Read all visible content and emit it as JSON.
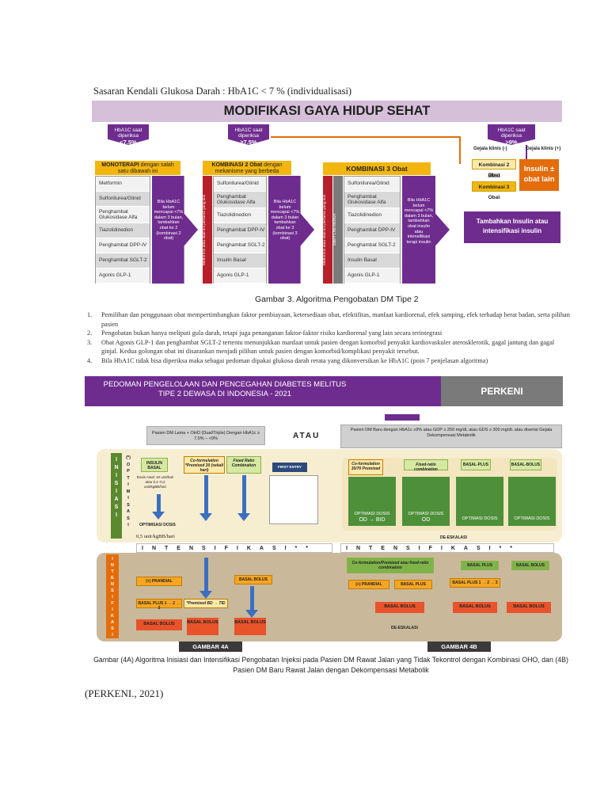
{
  "figure3": {
    "sasaran": "Sasaran Kendali Glukosa Darah : HbA1C < 7 % (individualisasi)",
    "title": "MODIFIKASI GAYA HIDUP SEHAT",
    "chevron1": {
      "line1": "HbA1C saat diperiksa",
      "line2": "<7.5%"
    },
    "chevron2": {
      "line1": "HbA1C saat diperiksa",
      "line2": "≥7.5%"
    },
    "chevron3": {
      "line1": "HbA1C saat diperiksa",
      "line2": ">9%"
    },
    "gejala_neg": "Gejala klinis (-)",
    "gejala_pos": "Gejala klinis (+)",
    "kombinasi2_obat": "Kombinasi 2 Obat",
    "atau": "atau",
    "kombinasi3_obat": "Kombinasi 3 Obat",
    "insulin_obat_lain": "Insulin ± obat lain",
    "tambahkan_insulin": "Tambahkan Insulin atau intensifikasi insulin",
    "monoterapi": {
      "head_bold": "MONOTERAPI",
      "head_rest": " dengan salah satu dibawah ini",
      "drugs": [
        "Metformin",
        "Sulfonilurea/Glinid",
        "Penghambat Glukosidase Alfa",
        "Tiazolidinedion",
        "Penghambat DPP-IV",
        "Penghambat SGLT-2",
        "Agonis GLP-1"
      ],
      "arrow_text": "Bila HbA1C belum mencapai <7% dalam 3 bulan, tambahkan obat ke 2 (kombinasi 2 obat)"
    },
    "kombinasi2": {
      "head_bold": "KOMBINASI 2 Obat",
      "head_rest": " dengan mekanisme yang berbeda",
      "bar": "Metformin atau obat lini pertama yang lain",
      "drugs": [
        "Sulfonilurea/Glinid",
        "Penghambat Glukosidase Alfa",
        "Tiazolidinedion",
        "Penghambat DPP-IV",
        "Penghambat SGLT-2",
        "Insulin Basal",
        "Agonis GLP-1"
      ],
      "arrow_text": "Bila HbA1C belum mencapai <7% dalam 3 bulan tambahkan obat ke 3 (kombinasi 3 obat)"
    },
    "kombinasi3": {
      "head": "KOMBINASI 3 Obat",
      "bar1": "Metformin atau obat lini pertama yang lain",
      "bar2": "OBAT LINI KEDUA",
      "drugs": [
        "Sulfonilurea/Glinid",
        "Penghambat Glukosidase Alfa",
        "Tiazolidinedion",
        "Penghambat DPP-IV",
        "Penghambat SGLT-2",
        "Insulin Basal",
        "Agonis GLP-1"
      ],
      "arrow_text": "Bila HbA1C belum mencapai <7% dalam 3 bulan, tambahkan obat insulin atau intensifikasi terapi insulin"
    },
    "caption": "Gambar 3. Algoritma Pengobatan DM Tipe 2"
  },
  "notes": [
    {
      "num": "1.",
      "text": "Pemilihan dan penggunaan obat mempertimbangkan faktor pembiayaan, ketersediaan obat, efektifitas, manfaat kardiorenal, efek samping, efek terhadap berat badan, serta pilihan pasien"
    },
    {
      "num": "2.",
      "text": "Pengobatan bukan hanya meliputi gula darah, tetapi juga penanganan faktor-faktor risiko kardiorenal yang lain secara terintegrasi"
    },
    {
      "num": "3.",
      "text": "Obat Agonis GLP-1 dan penghambat SGLT-2 tertentu menunjukkan manfaat untuk pasien dengan komorbid penyakit kardiovaskuler aterosklerotik, gagal jantung dan gagal ginjal. Kedua golongan obat ini disarankan menjadi pilihan untuk pasien dengan komorbid/komplikasi penyakit tersebut."
    },
    {
      "num": "4.",
      "text": "Bila HbA1C tidak bisa diperiksa maka sebagai pedoman dipakai glukosa darah rerata yang dikonversikan ke HbA1C (poin 7 penjelasan algoritma)"
    }
  ],
  "figure4": {
    "banner_title": "PEDOMAN PENGELOLAAN DAN PENCEGAHAN DIABETES MELITUS TIPE 2 DEWASA DI INDONESIA - 2021",
    "logo": "PERKENI",
    "pasien_lama": "Pasien DM Lama + OHO (Dual/Triple) Dengan HbA1c ≥ 7,0% – <9%",
    "atau": "ATAU",
    "pasien_baru": "Pasien DM Baru dengan HbA1c ≥9% atau GDP ≥ 250 mg/dL atau GDS ≥ 300 mg/dL atau disertai Gejala Dekompensasi Metabolik",
    "inisiasi_side": [
      "I",
      "N",
      "I",
      "S",
      "I",
      "A",
      "S",
      "I"
    ],
    "optimisasi_side": [
      "(*)",
      "O",
      "P",
      "T",
      "I",
      "M",
      "I",
      "S",
      "A",
      "S",
      "I"
    ],
    "intensifikasi_side": [
      "I",
      "N",
      "T",
      "E",
      "N",
      "S",
      "I",
      "F",
      "I",
      "K",
      "A",
      "S",
      "I"
    ],
    "left_boxes": {
      "insulin_basal": "INSULIN BASAL",
      "co_formulation": "Co-formulation *Premixed 30 (sekali hari)",
      "fixed_ratio": "Fixed Ratio Combination",
      "first_entry": "FIRST ENTRY SCHEME",
      "dose_text": "Dosis Awal: 10 unit/hari atau 0,1–0,2 unit/kgBB/hari",
      "optimisasi_dosis": "OPTIMISASI DOSIS",
      "dose_value": "0,5 unit/kgBB/hari"
    },
    "right_boxes": {
      "co_formulation": "Co-formulation 30/70 Premixed",
      "fixed_ratio": "Fixed-ratio combination",
      "basal_plus": "BASAL-PLUS",
      "basal_bolus": "BASAL-BOLUS",
      "optimasi1": "OPTIMASI DOSIS",
      "od_bid": "OD → BID",
      "optimasi2": "OPTIMASI DOSIS",
      "od": "OD",
      "optimasi3": "OPTIMASI DOSIS",
      "optimasi4": "OPTIMASI DOSIS",
      "de_eskalasi": "DE-ESKALASI"
    },
    "intensifikasi_label": "INTENSIFIKASI**",
    "intens_left": {
      "prandial": "(+) PRANDIAL",
      "basal_plus": "BASAL PLUS 1 → 2 → 3",
      "premixed": "*Premixed BD → TID",
      "basal_bolus1": "BASAL BOLUS",
      "basal_bolus2": "BASAL BOLUS",
      "basal_bolus3": "BASAL BOLUS",
      "basal_bolus_top": "BASAL BOLUS"
    },
    "intens_right": {
      "co_form": "Co-formulation/Premixed atau fixed-ratio combination",
      "basal_plus_top": "BASAL PLUS",
      "basal_bolus_top": "BASAL BOLUS",
      "prandial": "(+) PRANDIAL",
      "basal_plus": "BASAL PLUS",
      "basal_plus_123": "BASAL PLUS 1 → 2 → 3",
      "basal_bolus_a": "BASAL BOLUS",
      "basal_bolus_b": "BASAL BOLUS",
      "basal_bolus_c": "BASAL BOLUS",
      "de_eskalasi": "DE-ESKALASI"
    },
    "gambar4a": "GAMBAR 4A",
    "gambar4b": "GAMBAR 4B",
    "caption": "Gambar (4A) Algoritma Inisiasi dan Intensifikasi Pengobatan Injeksi pada Pasien DM Rawat Jalan yang Tidak Tekontrol dengan Kombinasi OHO, dan (4B) Pasien DM Baru Rawat Jalan dengan Dekompensasi Metabolik"
  },
  "citation": "(PERKENI., 2021)"
}
